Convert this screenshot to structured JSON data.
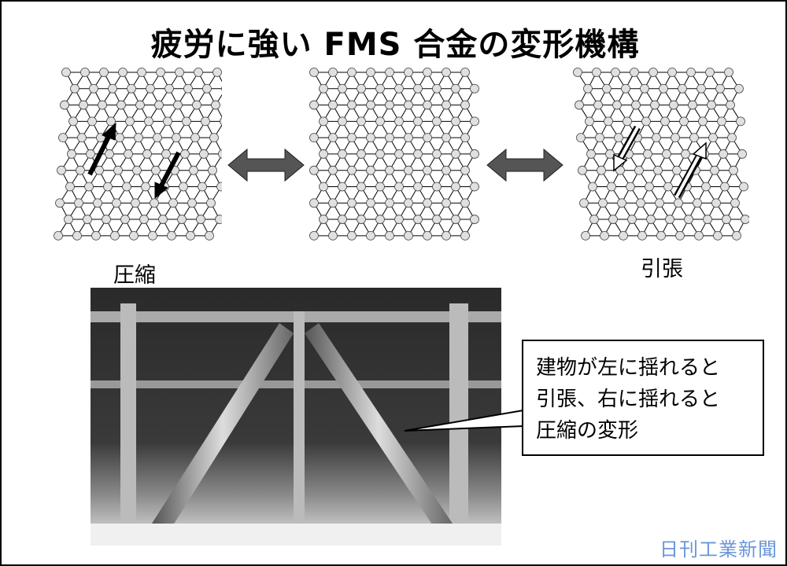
{
  "title": "疲労に強い FMS 合金の変形機構",
  "labels": {
    "compression": "圧縮",
    "tension": "引張"
  },
  "callout": {
    "lines": [
      "建物が左に揺れると",
      "引張、右に揺れると",
      "圧縮の変形"
    ]
  },
  "watermark": "日刊工業新聞",
  "colors": {
    "arrow": "#555555",
    "node": "#e0e0e0",
    "watermark": "#6a96d8"
  }
}
